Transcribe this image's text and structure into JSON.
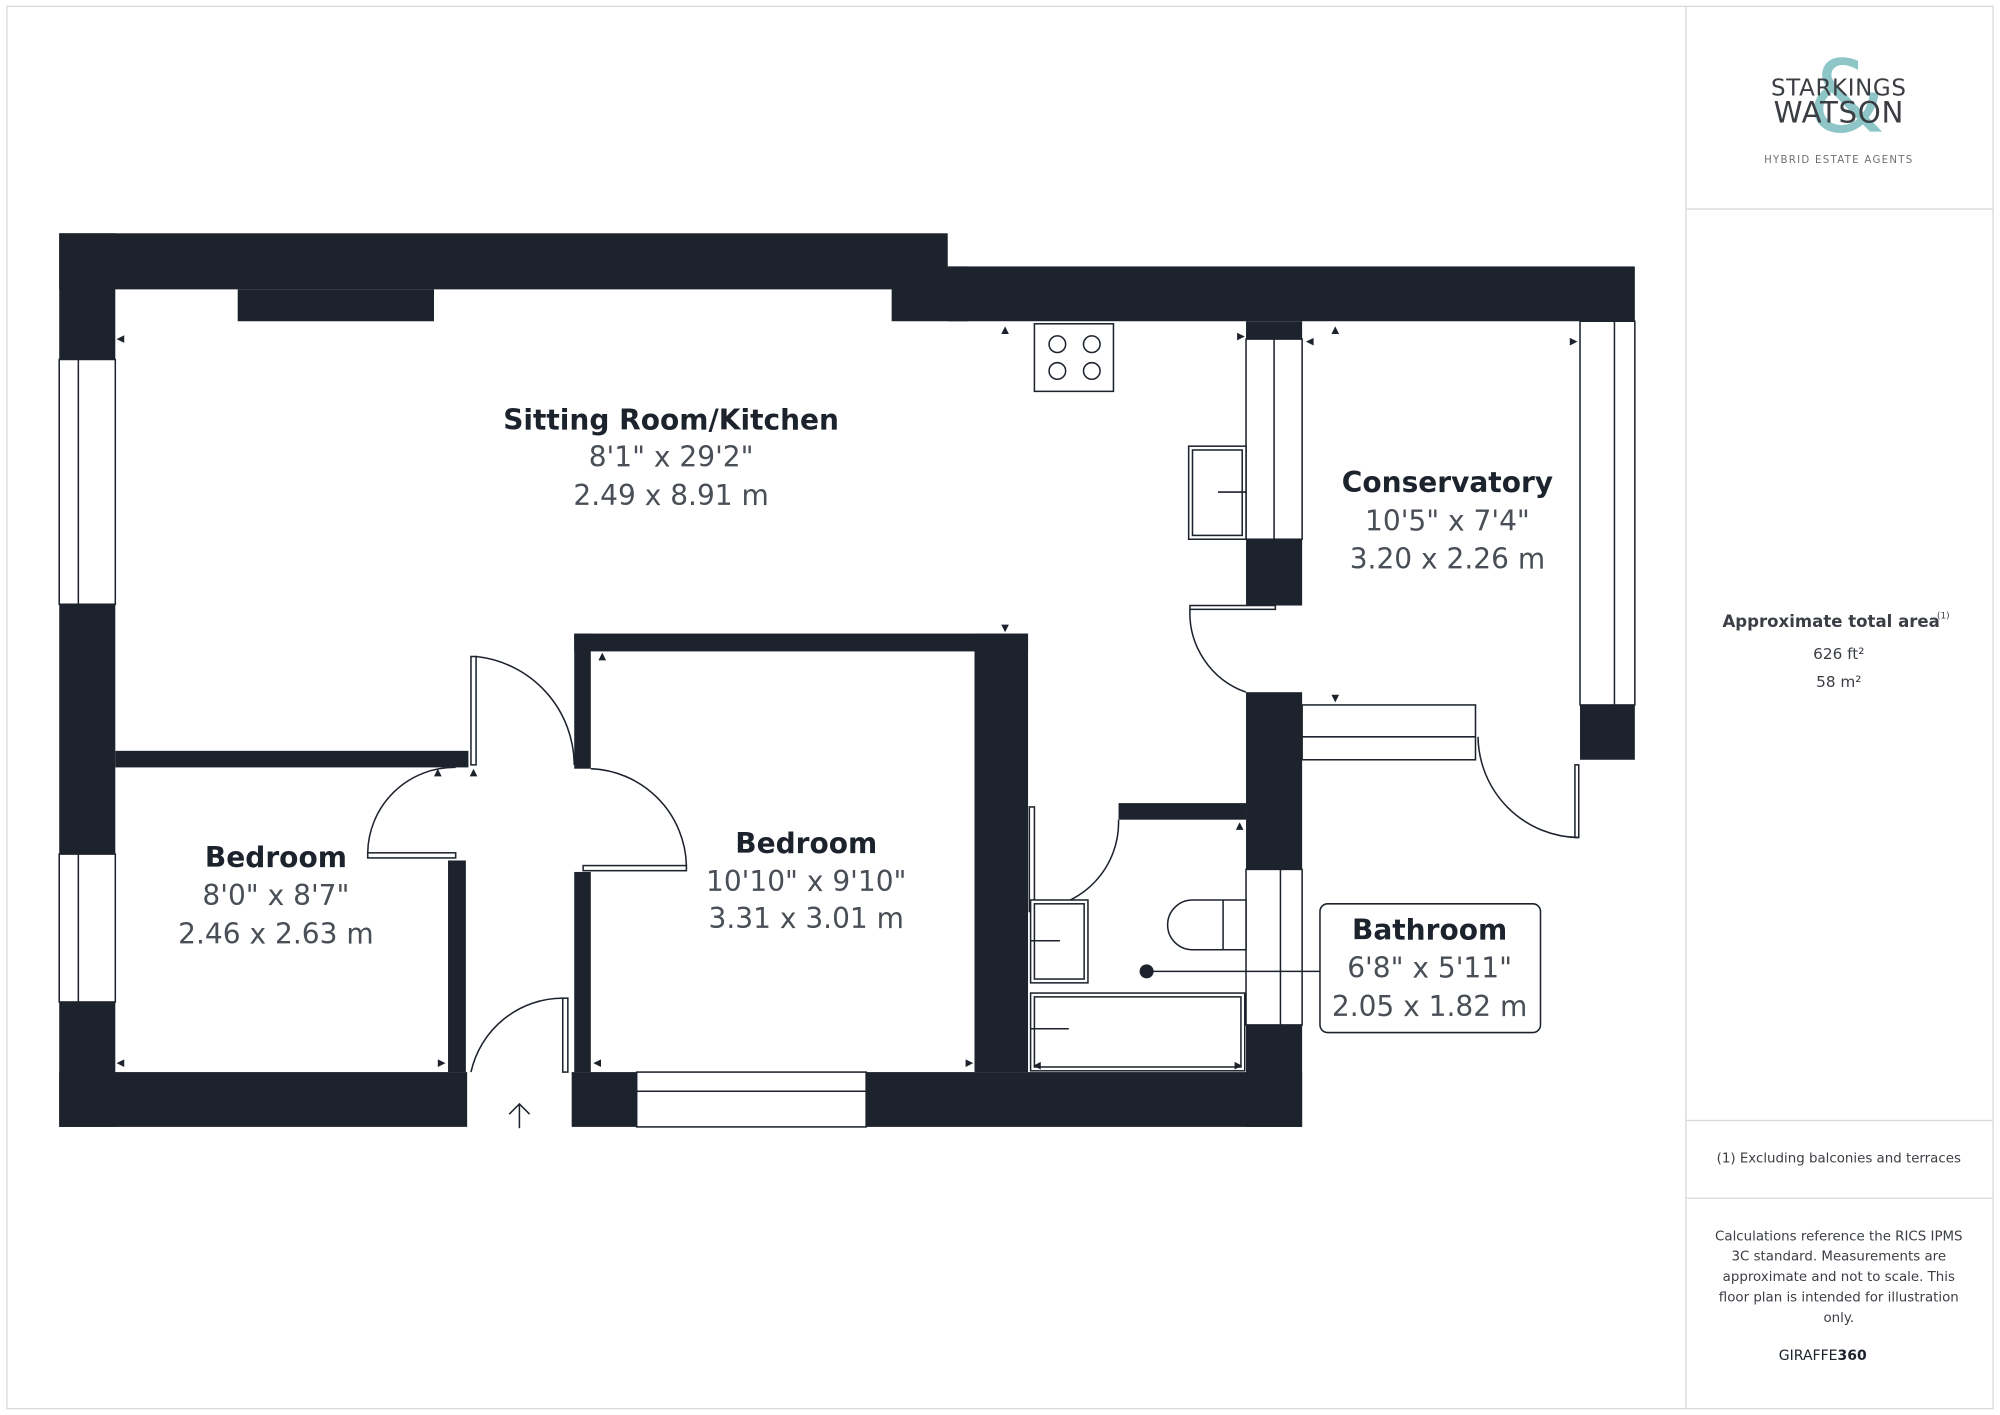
{
  "brand": {
    "line1": "STARKINGS",
    "line2": "WATSON",
    "ampersand": "&",
    "tagline": "HYBRID ESTATE AGENTS",
    "accent_color": "#8ec6c8",
    "text_color": "#3a3d42"
  },
  "rooms": [
    {
      "name": "Sitting Room/Kitchen",
      "imperial": "8'1\" x 29'2\"",
      "metric": "2.49 x 8.91 m"
    },
    {
      "name": "Conservatory",
      "imperial": "10'5\" x 7'4\"",
      "metric": "3.20 x 2.26 m"
    },
    {
      "name": "Bedroom",
      "imperial": "8'0\" x 8'7\"",
      "metric": "2.46 x 2.63 m"
    },
    {
      "name": "Bedroom",
      "imperial": "10'10\" x 9'10\"",
      "metric": "3.31 x 3.01 m"
    },
    {
      "name": "Bathroom",
      "imperial": "6'8\" x 5'11\"",
      "metric": "2.05 x 1.82 m"
    }
  ],
  "area": {
    "title": "Approximate total area",
    "footnote_mark": "(1)",
    "sqft": "626 ft²",
    "sqm": "58 m²"
  },
  "footnote": "(1) Excluding balconies and terraces",
  "disclaimer": [
    "Calculations reference the RICS IPMS",
    "3C standard. Measurements are",
    "approximate and not to scale. This",
    "floor plan is intended for illustration",
    "only."
  ],
  "credit": {
    "prefix": "GIRAFFE",
    "suffix": "360"
  },
  "colors": {
    "wall": "#1d232d",
    "border": "#d9d9d9"
  }
}
